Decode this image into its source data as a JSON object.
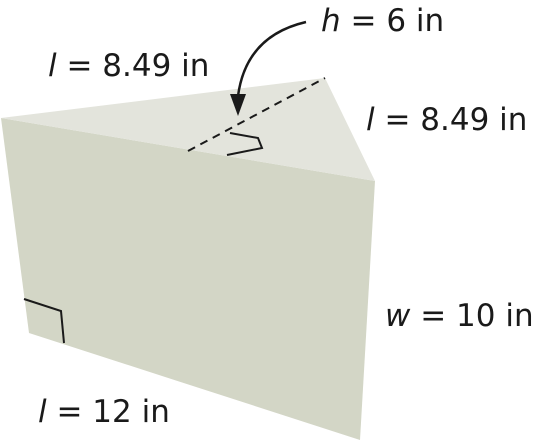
{
  "figure": {
    "colors": {
      "side_face": "#d3d6c6",
      "top_face": "#e3e4dc",
      "line": "#1a1a1a"
    },
    "labels": {
      "top_left": {
        "var": "l",
        "rest": " = 8.49 in"
      },
      "top_right": {
        "var": "l",
        "rest": " = 8.49 in"
      },
      "height": {
        "var": "h",
        "rest": " = 6 in"
      },
      "width": {
        "var": "w",
        "rest": " = 10 in"
      },
      "bottom": {
        "var": "l",
        "rest": " = 12 in"
      }
    }
  }
}
